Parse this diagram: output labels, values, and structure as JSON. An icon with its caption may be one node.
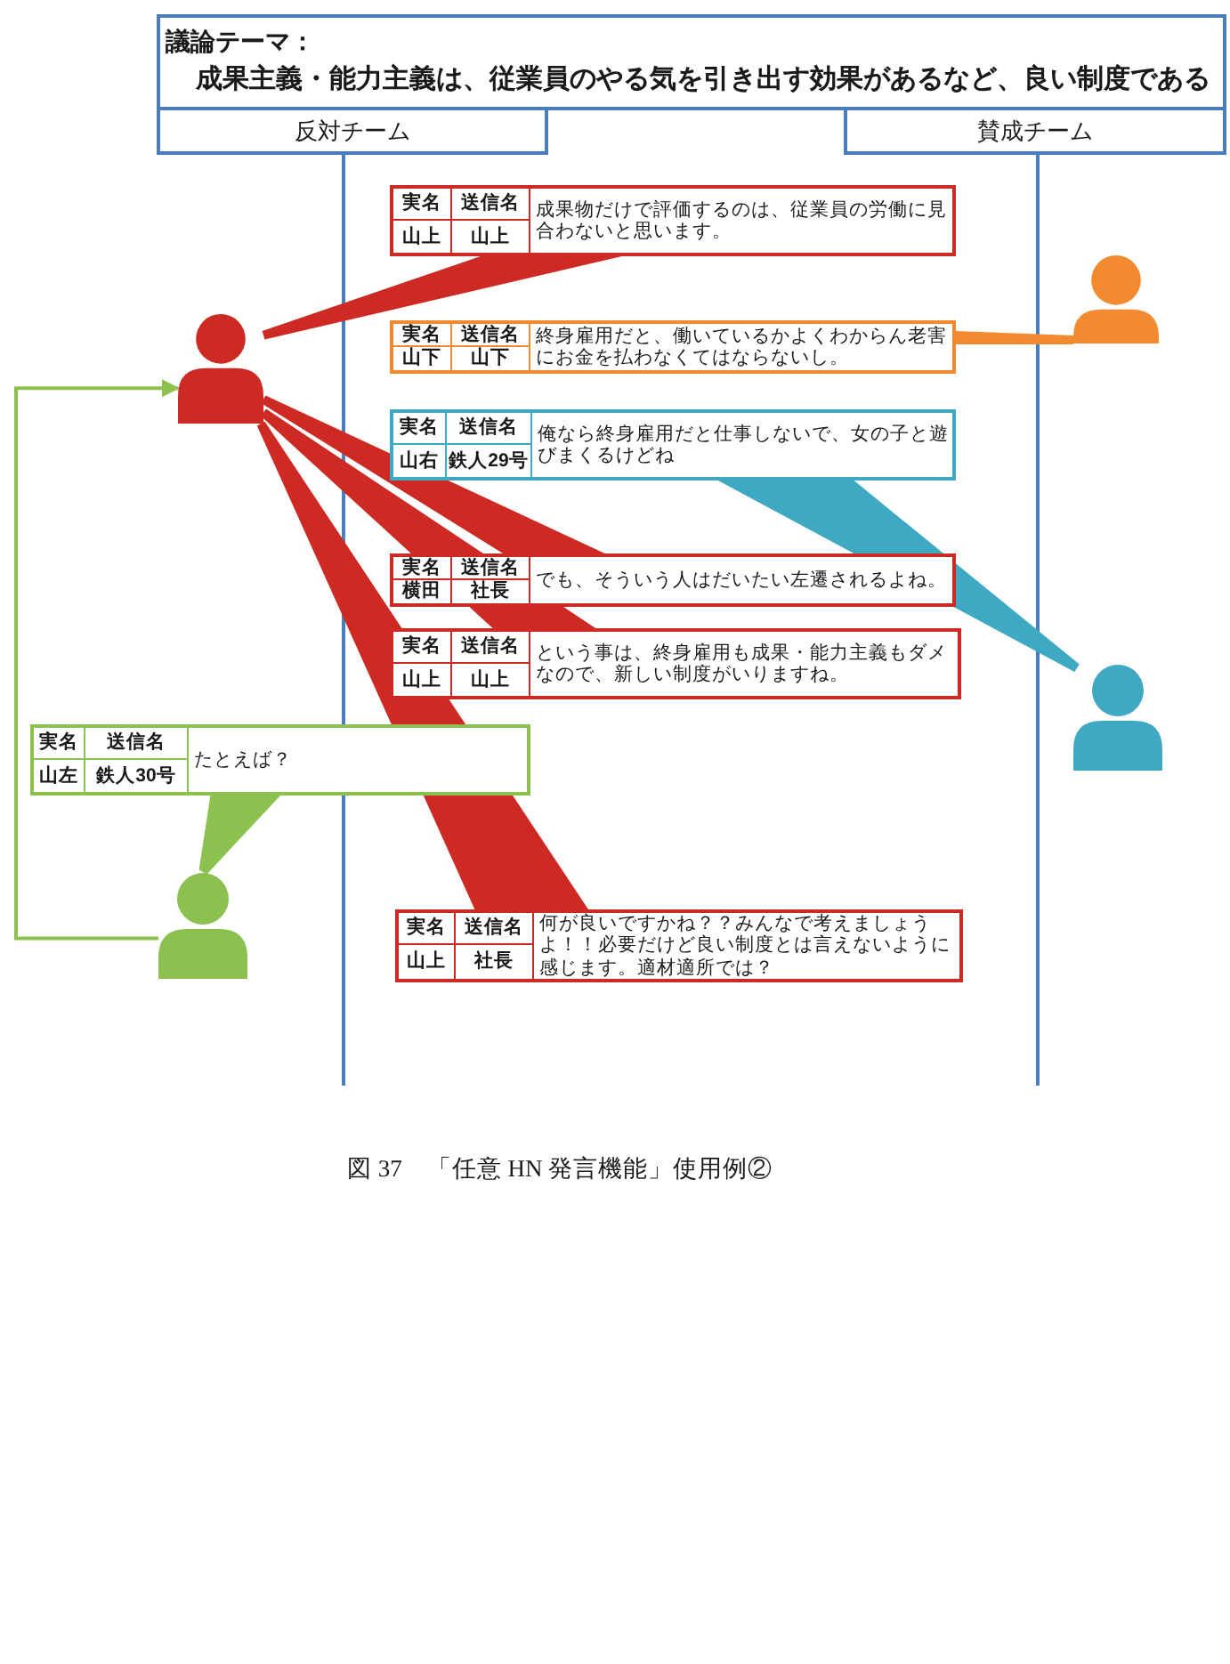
{
  "diagram": {
    "nodes": [
      {
        "text": [
          "議論テーマ：",
          "成果主義・能力主義は、従業員のやる気を引き出す効果があるなど、良い制度である"
        ]
      },
      {
        "text": [
          "反対チーム"
        ]
      },
      {
        "text": [
          "賛成チーム"
        ]
      },
      {
        "text": [
          "実名",
          "送信名",
          "山上",
          "山上",
          "成果物だけで評価するのは、従業員の労働に見合わないと思います。"
        ]
      },
      {
        "text": [
          "実名",
          "送信名",
          "山下",
          "山下",
          "終身雇用だと、働いているかよくわからん老害にお金を払わなくてはならないし。"
        ]
      },
      {
        "text": [
          "実名",
          "送信名",
          "山右",
          "鉄人29号",
          "俺なら終身雇用だと仕事しないで、女の子と遊びまくるけどね"
        ]
      },
      {
        "text": [
          "実名",
          "送信名",
          "横田",
          "社長",
          "でも、そういう人はだいたい左遷されるよね。"
        ]
      },
      {
        "text": [
          "実名",
          "送信名",
          "山上",
          "山上",
          "という事は、終身雇用も成果・能力主義もダメなので、新しい制度がいりますね。"
        ]
      },
      {
        "text": [
          "実名",
          "送信名",
          "山左",
          "鉄人30号",
          "たとえば？"
        ]
      },
      {
        "text": [
          "実名",
          "送信名",
          "山上",
          "社長",
          "何が良いですかね？？みんなで考えましょうよ！！必要だけど良い制度とは言えないように感じます。適材適所では？"
        ]
      },
      {
        "text": [],
        "shape": "person"
      },
      {
        "text": [],
        "shape": "person"
      },
      {
        "text": [],
        "shape": "person"
      },
      {
        "text": [],
        "shape": "person"
      }
    ],
    "edges": [
      {
        "from": 10,
        "to": 3,
        "arrow": "none"
      },
      {
        "from": 11,
        "to": 4,
        "arrow": "none",
        "color": "#f28a30"
      },
      {
        "from": 12,
        "to": 5,
        "arrow": "none",
        "color": "#3fa9c3"
      },
      {
        "from": 10,
        "to": 6,
        "arrow": "none"
      },
      {
        "from": 10,
        "to": 7,
        "arrow": "none"
      },
      {
        "from": 13,
        "to": 8,
        "arrow": "none",
        "color": "#8cc04f"
      },
      {
        "from": 10,
        "to": 9,
        "arrow": "none"
      },
      {
        "from": 13,
        "to": 10,
        "arrow": "to",
        "color": "#8cc04f"
      }
    ],
    "caption": "図 37　「任意 HN 発言機能」使用例②"
  }
}
